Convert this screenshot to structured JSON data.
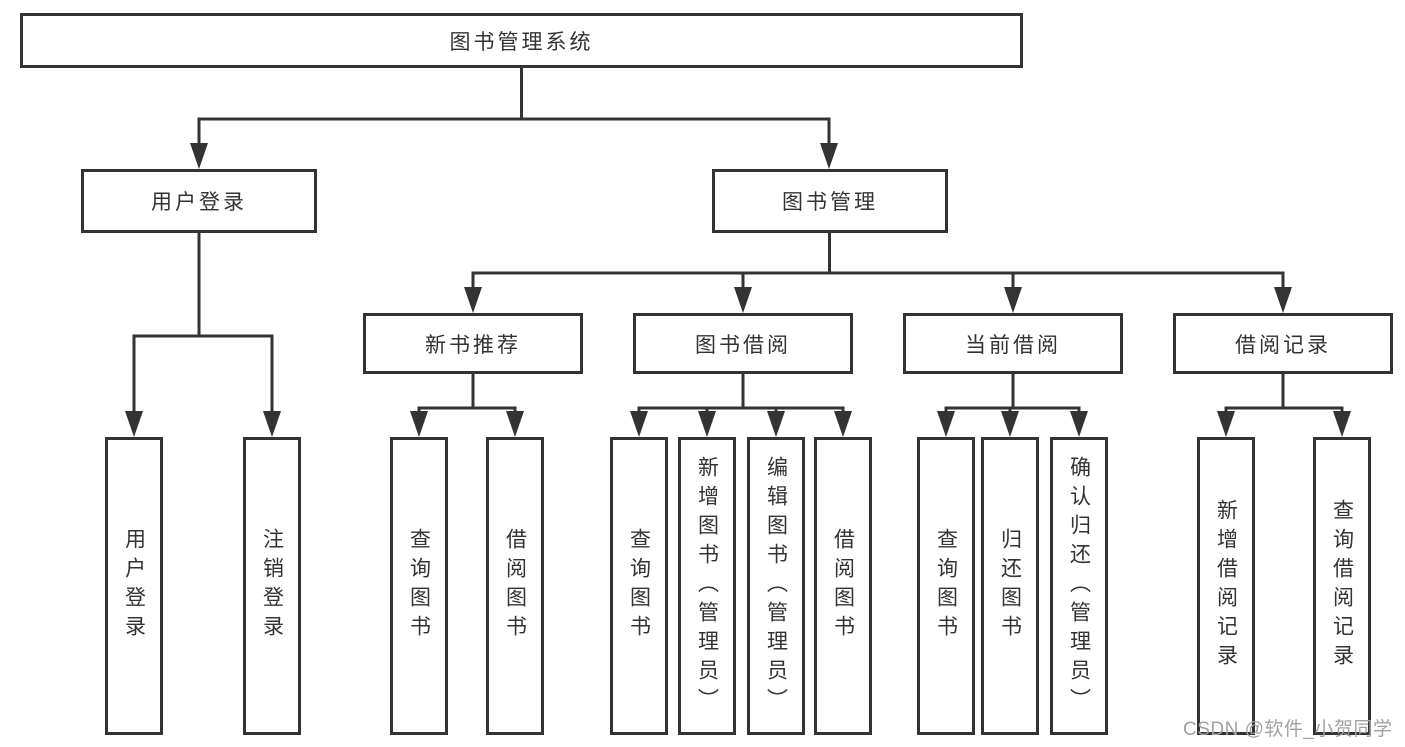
{
  "diagram_title": "图书管理系统",
  "nodes": {
    "root": {
      "label": "图书管理系统"
    },
    "user_login": {
      "label": "用户登录"
    },
    "book_mgmt": {
      "label": "图书管理"
    },
    "new_rec": {
      "label": "新书推荐"
    },
    "book_borrow": {
      "label": "图书借阅"
    },
    "current_borrow": {
      "label": "当前借阅"
    },
    "borrow_records": {
      "label": "借阅记录"
    },
    "leaf_user_login": {
      "label": "用户登录"
    },
    "leaf_logout": {
      "label": "注销登录"
    },
    "leaf_query_book_1": {
      "label": "查询图书"
    },
    "leaf_borrow_book_1": {
      "label": "借阅图书"
    },
    "leaf_query_book_2": {
      "label": "查询图书"
    },
    "leaf_add_book": {
      "label": "新增图书（管理员）"
    },
    "leaf_edit_book": {
      "label": "编辑图书（管理员）"
    },
    "leaf_borrow_book_2": {
      "label": "借阅图书"
    },
    "leaf_query_book_3": {
      "label": "查询图书"
    },
    "leaf_return_book": {
      "label": "归还图书"
    },
    "leaf_confirm_return": {
      "label": "确认归还（管理员）"
    },
    "leaf_add_record": {
      "label": "新增借阅记录"
    },
    "leaf_query_record": {
      "label": "查询借阅记录"
    }
  },
  "hierarchy": {
    "图书管理系统": {
      "用户登录": [
        "用户登录",
        "注销登录"
      ],
      "图书管理": {
        "新书推荐": [
          "查询图书",
          "借阅图书"
        ],
        "图书借阅": [
          "查询图书",
          "新增图书（管理员）",
          "编辑图书（管理员）",
          "借阅图书"
        ],
        "当前借阅": [
          "查询图书",
          "归还图书",
          "确认归还（管理员）"
        ],
        "借阅记录": [
          "新增借阅记录",
          "查询借阅记录"
        ]
      }
    }
  },
  "watermark": {
    "text": "CSDN @软件_小贺同学"
  },
  "colors": {
    "line": "#333333",
    "box_border": "#333333",
    "text": "#333333",
    "background": "#ffffff",
    "watermark": "#a1a1a1"
  }
}
